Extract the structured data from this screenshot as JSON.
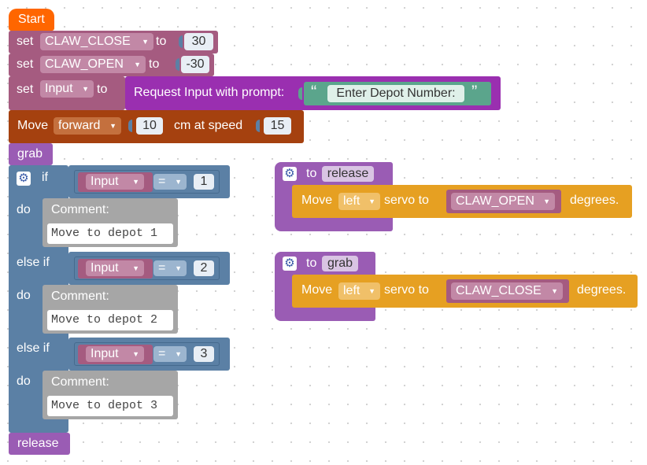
{
  "colors": {
    "variable": "#A55B80",
    "logic": "#5B80A5",
    "procedure": "#9A5CB4",
    "motion": "#A5410F",
    "servo": "#E6A022",
    "start": "#FF6600",
    "comment": "#A6A6A6",
    "text": "#5BA58C"
  },
  "start_label": "Start",
  "set_claw_close": {
    "keyword": "set",
    "variable": "CLAW_CLOSE",
    "to": "to",
    "value": "30"
  },
  "set_claw_open": {
    "keyword": "set",
    "variable": "CLAW_OPEN",
    "to": "to",
    "value": "-30"
  },
  "set_input": {
    "keyword": "set",
    "variable": "Input",
    "to": "to",
    "request_label": "Request Input with prompt:",
    "open_quote": "“",
    "prompt_text": "Enter Depot Number:",
    "close_quote": "”"
  },
  "move": {
    "label": "Move",
    "direction": "forward",
    "distance": "10",
    "middle": "cm at speed",
    "speed": "15"
  },
  "call_grab": "grab",
  "if_block": {
    "if_label": "if",
    "else_if_label": "else if",
    "do_label": "do",
    "branches": [
      {
        "variable": "Input",
        "operator": "=",
        "value": "1",
        "comment_label": "Comment:",
        "comment_text": "Move to depot 1"
      },
      {
        "variable": "Input",
        "operator": "=",
        "value": "2",
        "comment_label": "Comment:",
        "comment_text": "Move to depot 2"
      },
      {
        "variable": "Input",
        "operator": "=",
        "value": "3",
        "comment_label": "Comment:",
        "comment_text": "Move to depot 3"
      }
    ]
  },
  "call_release": "release",
  "proc_release": {
    "to_label": "to",
    "name": "release",
    "move_label": "Move",
    "side": "left",
    "servo_to": "servo to",
    "value": "CLAW_OPEN",
    "degrees": "degrees."
  },
  "proc_grab": {
    "to_label": "to",
    "name": "grab",
    "move_label": "Move",
    "side": "left",
    "servo_to": "servo to",
    "value": "CLAW_CLOSE",
    "degrees": "degrees."
  }
}
